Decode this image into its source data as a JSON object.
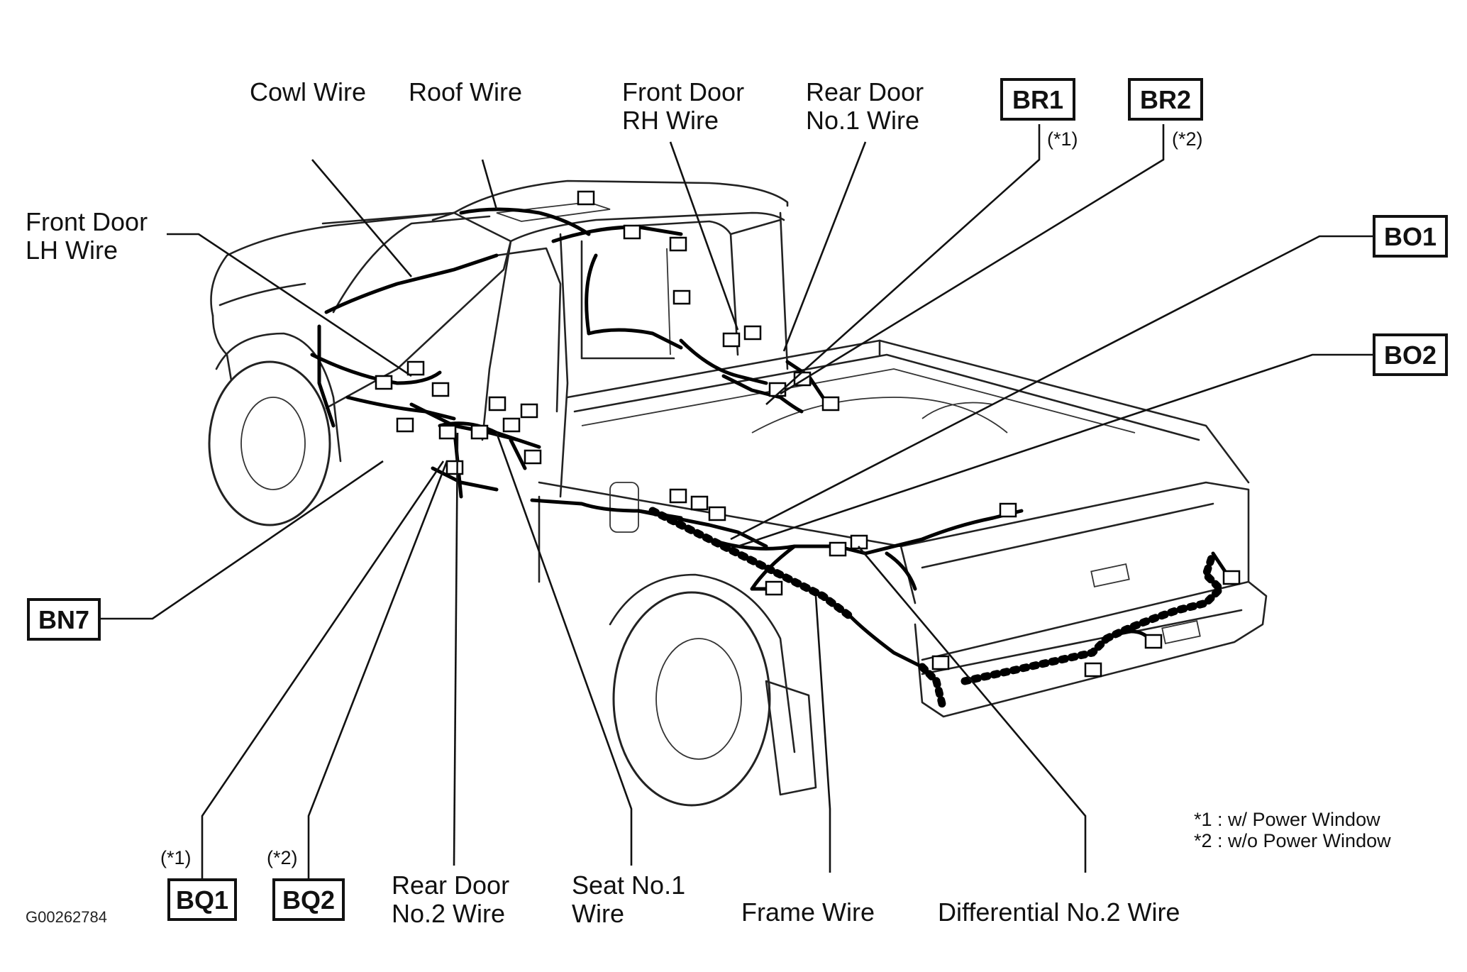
{
  "labels": {
    "cowl_wire": "Cowl Wire",
    "roof_wire": "Roof Wire",
    "front_door_rh_wire": [
      "Front Door",
      "RH Wire"
    ],
    "rear_door_no1_wire": [
      "Rear Door",
      "No.1 Wire"
    ],
    "front_door_lh_wire": [
      "Front Door",
      "LH Wire"
    ],
    "rear_door_no2_wire": [
      "Rear Door",
      "No.2 Wire"
    ],
    "seat_no1_wire": [
      "Seat No.1",
      "Wire"
    ],
    "frame_wire": "Frame Wire",
    "differential_no2_wire": "Differential No.2 Wire"
  },
  "connectors": {
    "br1": {
      "code": "BR1",
      "note": "(*1)"
    },
    "br2": {
      "code": "BR2",
      "note": "(*2)"
    },
    "bo1": {
      "code": "BO1"
    },
    "bo2": {
      "code": "BO2"
    },
    "bn7": {
      "code": "BN7"
    },
    "bq1": {
      "code": "BQ1",
      "note": "(*1)"
    },
    "bq2": {
      "code": "BQ2",
      "note": "(*2)"
    }
  },
  "legend": {
    "note1": "*1 : w/ Power Window",
    "note2": "*2 : w/o Power Window"
  },
  "figure_id": "G00262784"
}
